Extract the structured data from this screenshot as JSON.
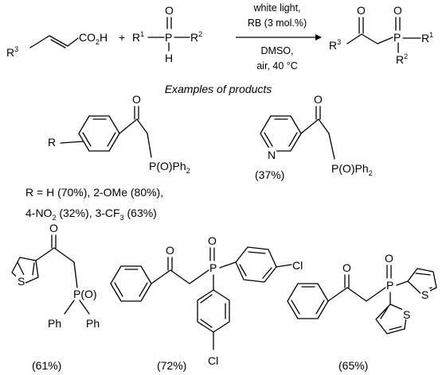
{
  "reaction": {
    "conditions": [
      "white light,",
      "RB (3 mol.%)",
      "DMSO,",
      "air, 40 °C"
    ],
    "plus": "+",
    "atoms": {
      "O": "O",
      "P": "P",
      "H": "H",
      "R": "R",
      "r1": "1",
      "r2": "2",
      "r3": "3",
      "co2h": "CO",
      "co2h_sub": "2",
      "co2h_end": "H"
    }
  },
  "section_title": "Examples of products",
  "products": [
    {
      "group_label": "R",
      "substituent": "P(O)Ph",
      "substituent_sub": "2",
      "variants_line1": "R = H (70%), 2-OMe (80%),",
      "variants_line2_a": "4-NO",
      "variants_line2_sub": "2",
      "variants_line2_b": " (32%), 3-CF",
      "variants_line2_sub2": "3",
      "variants_line2_c": " (63%)"
    },
    {
      "heteroatom": "N",
      "substituent": "P(O)Ph",
      "substituent_sub": "2",
      "yield": "(37%)"
    },
    {
      "heteroatom": "S",
      "phosphoryl": "P(O)",
      "aryl_a": "Ph",
      "aryl_b": "Ph",
      "yield": "(61%)"
    },
    {
      "phosphorus": "P",
      "halogen_a": "Cl",
      "halogen_b": "Cl",
      "yield": "(72%)"
    },
    {
      "phosphorus": "P",
      "heteroatom_a": "S",
      "heteroatom_b": "S",
      "yield": "(65%)"
    }
  ],
  "common": {
    "O": "O"
  }
}
